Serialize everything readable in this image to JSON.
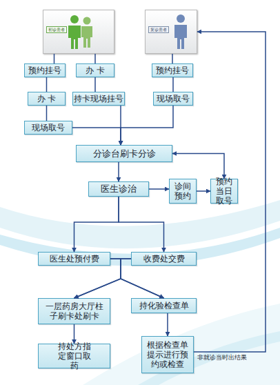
{
  "diagram": {
    "nodes": [
      {
        "text": [
          "初诊患者"
        ]
      },
      {
        "text": [
          "复诊患者"
        ]
      },
      {
        "text": [
          "预约挂号"
        ]
      },
      {
        "text": [
          "办 卡"
        ]
      },
      {
        "text": [
          "预约挂号"
        ]
      },
      {
        "text": [
          "办 卡"
        ]
      },
      {
        "text": [
          "持卡现场挂号"
        ]
      },
      {
        "text": [
          "现场取号"
        ]
      },
      {
        "text": [
          "现场取号"
        ]
      },
      {
        "text": [
          "分诊台刷卡分诊"
        ]
      },
      {
        "text": [
          "医生诊治"
        ]
      },
      {
        "text": [
          "诊间预约"
        ]
      },
      {
        "text": [
          "预约当日取号"
        ]
      },
      {
        "text": [
          "医生处预付费"
        ]
      },
      {
        "text": [
          "收费处交费"
        ]
      },
      {
        "text": [
          "一层药房大厅柱子刷卡处刷卡"
        ]
      },
      {
        "text": [
          "持化验检查单"
        ]
      },
      {
        "text": [
          "持处方指定窗口取药"
        ]
      },
      {
        "text": [
          "根据检查单提示进行预约或检查"
        ]
      }
    ],
    "edges": [
      {
        "from": 0,
        "to": 2,
        "arrow": "none"
      },
      {
        "from": 0,
        "to": 3,
        "arrow": "none"
      },
      {
        "from": 2,
        "to": 5,
        "arrow": "none"
      },
      {
        "from": 3,
        "to": 6,
        "arrow": "none"
      },
      {
        "from": 1,
        "to": 4,
        "arrow": "none"
      },
      {
        "from": 4,
        "to": 7,
        "arrow": "none"
      },
      {
        "from": 5,
        "to": 8,
        "arrow": "none"
      },
      {
        "from": 8,
        "to": 9,
        "arrow": "to"
      },
      {
        "from": 7,
        "to": 9,
        "arrow": "to"
      },
      {
        "from": 6,
        "to": 9,
        "arrow": "to"
      },
      {
        "from": 9,
        "to": 10,
        "arrow": "to"
      },
      {
        "from": 10,
        "to": 11,
        "arrow": "to"
      },
      {
        "from": 11,
        "to": 12,
        "arrow": "to"
      },
      {
        "from": 9,
        "to": 12,
        "arrow": "both"
      },
      {
        "from": 10,
        "to": 13,
        "arrow": "to"
      },
      {
        "from": 10,
        "to": 14,
        "arrow": "to"
      },
      {
        "from": 13,
        "to": 15,
        "arrow": "to"
      },
      {
        "from": 13,
        "to": 16,
        "arrow": "to"
      },
      {
        "from": 14,
        "to": 15,
        "arrow": "to"
      },
      {
        "from": 14,
        "to": 16,
        "arrow": "to"
      },
      {
        "from": 15,
        "to": 17,
        "arrow": "to"
      },
      {
        "from": 16,
        "to": 18,
        "arrow": "to"
      },
      {
        "from": 18,
        "to": 1,
        "label": "非就诊当时出结果",
        "arrow": "to"
      }
    ]
  }
}
